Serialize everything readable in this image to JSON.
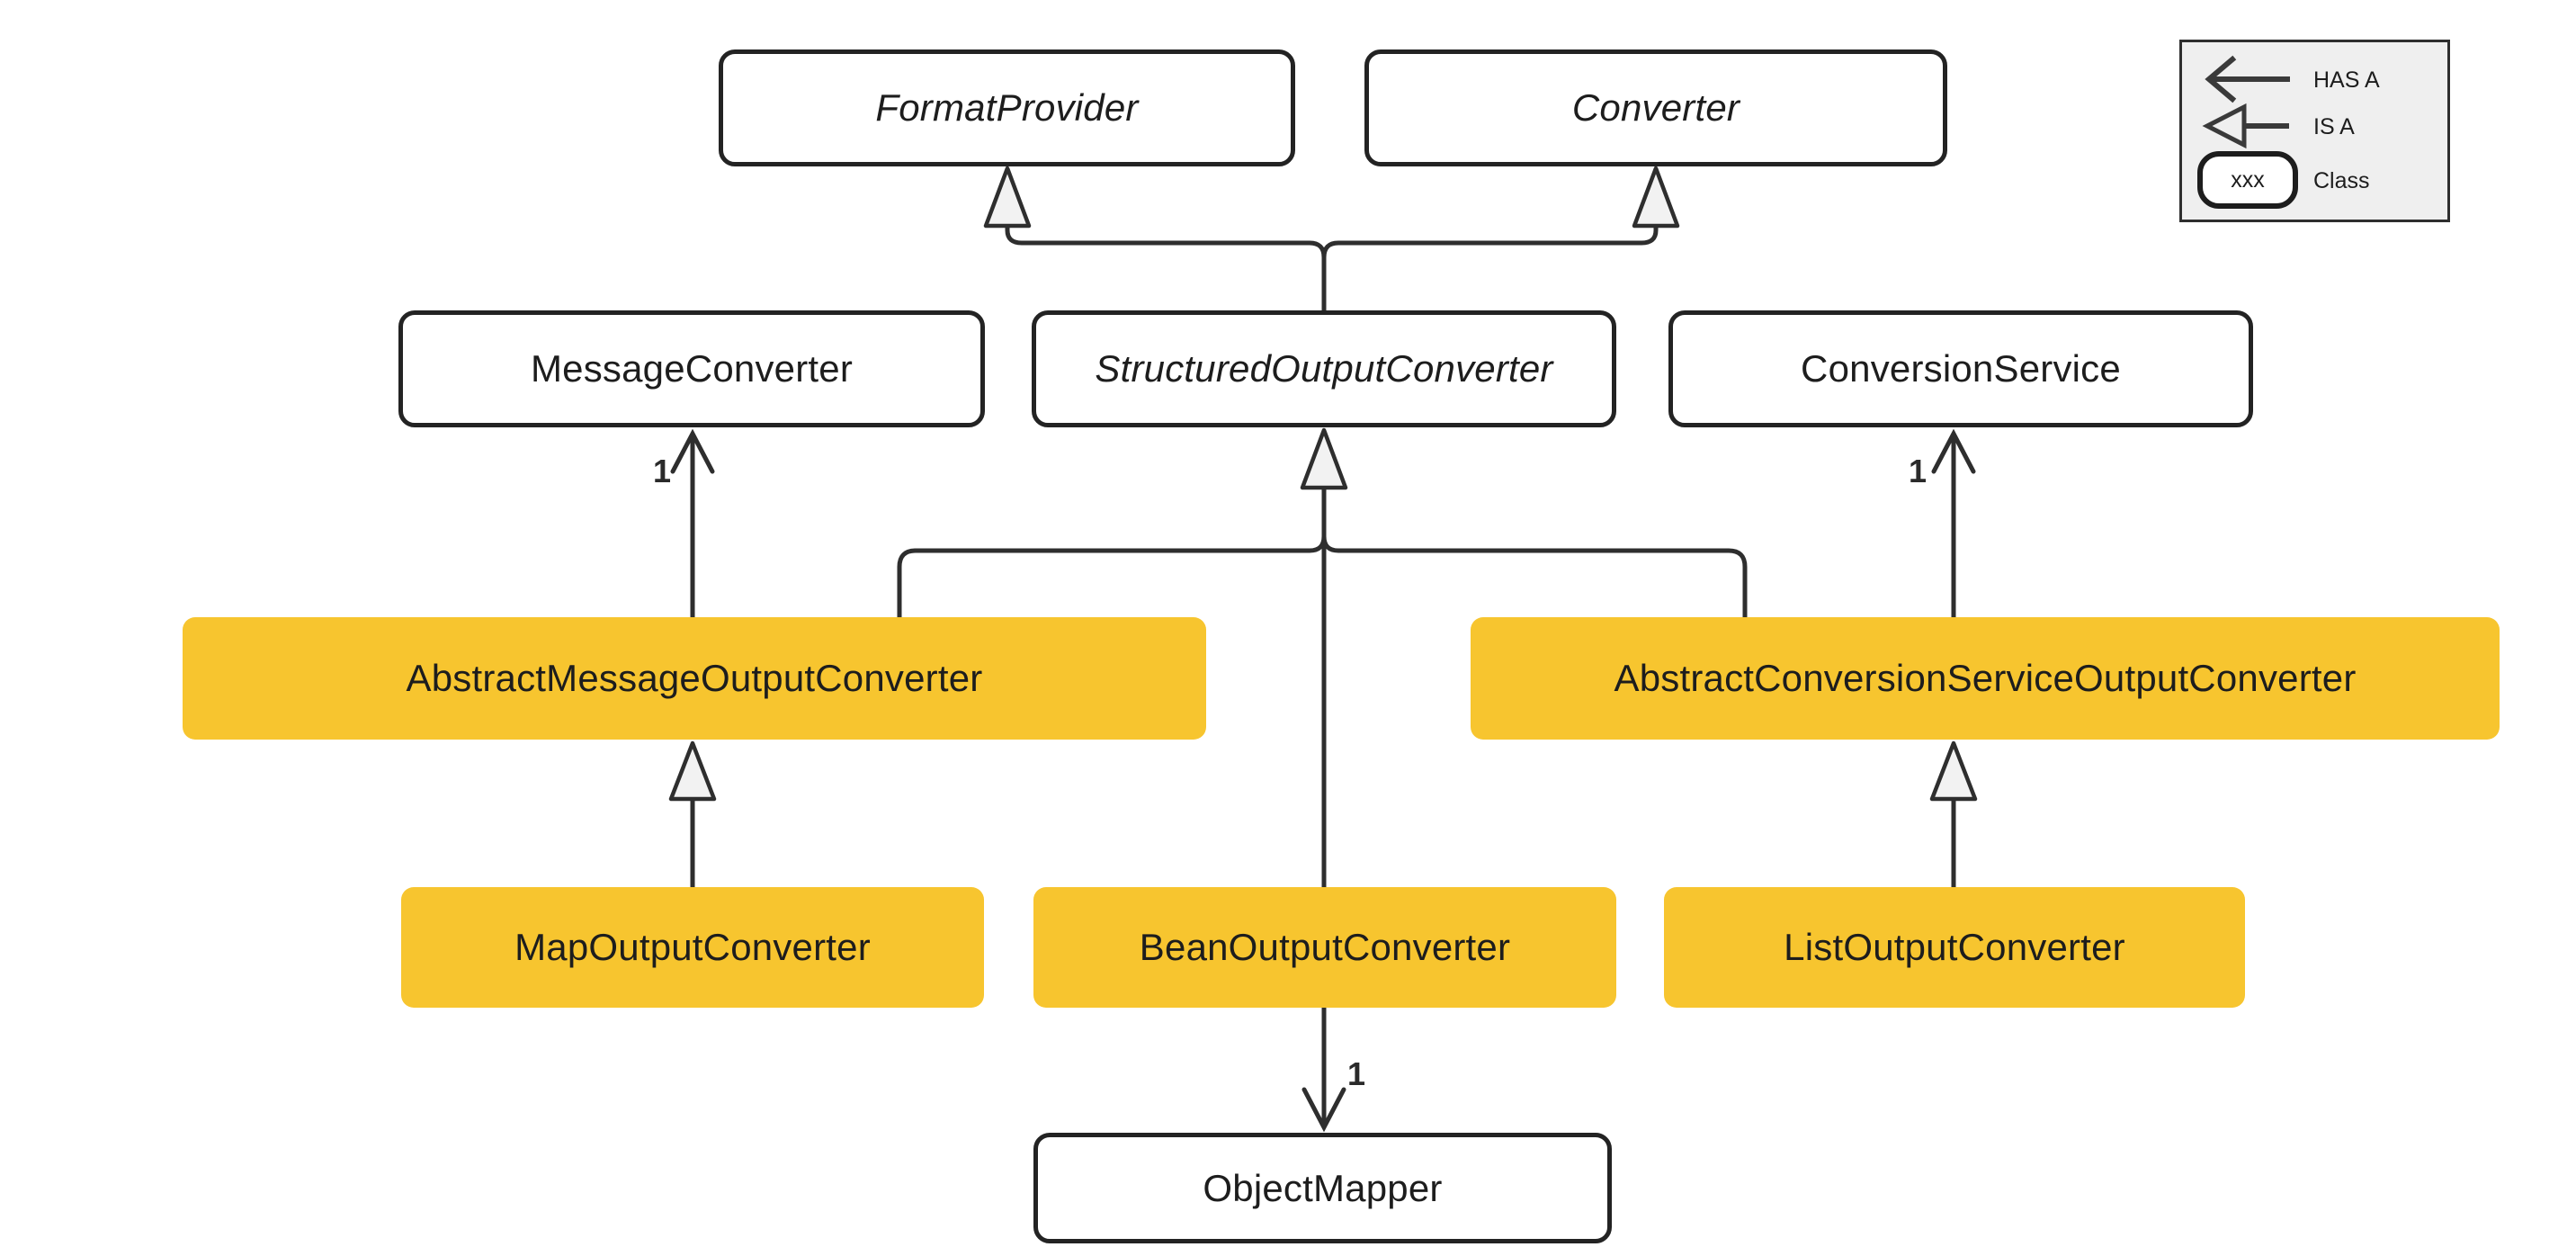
{
  "diagram": {
    "nodes": {
      "format_provider": {
        "label": "FormatProvider",
        "stereotype": "interface"
      },
      "converter": {
        "label": "Converter",
        "stereotype": "interface"
      },
      "message_converter": {
        "label": "MessageConverter",
        "stereotype": "class"
      },
      "structured_output_converter": {
        "label": "StructuredOutputConverter",
        "stereotype": "interface"
      },
      "conversion_service": {
        "label": "ConversionService",
        "stereotype": "class"
      },
      "abstract_message_output_converter": {
        "label": "AbstractMessageOutputConverter",
        "highlighted": true
      },
      "abstract_conversion_service_output_converter": {
        "label": "AbstractConversionServiceOutputConverter",
        "highlighted": true
      },
      "map_output_converter": {
        "label": "MapOutputConverter",
        "highlighted": true
      },
      "bean_output_converter": {
        "label": "BeanOutputConverter",
        "highlighted": true
      },
      "list_output_converter": {
        "label": "ListOutputConverter",
        "highlighted": true
      },
      "object_mapper": {
        "label": "ObjectMapper",
        "stereotype": "class"
      }
    },
    "edges": [
      {
        "from": "AbstractMessageOutputConverter",
        "to": "MessageConverter",
        "type": "HAS A",
        "multiplicity": "1"
      },
      {
        "from": "AbstractConversionServiceOutputConverter",
        "to": "ConversionService",
        "type": "HAS A",
        "multiplicity": "1"
      },
      {
        "from": "BeanOutputConverter",
        "to": "ObjectMapper",
        "type": "HAS A",
        "multiplicity": "1"
      },
      {
        "from": "StructuredOutputConverter",
        "to": "FormatProvider",
        "type": "IS A"
      },
      {
        "from": "StructuredOutputConverter",
        "to": "Converter",
        "type": "IS A"
      },
      {
        "from": "AbstractMessageOutputConverter",
        "to": "StructuredOutputConverter",
        "type": "IS A"
      },
      {
        "from": "BeanOutputConverter",
        "to": "StructuredOutputConverter",
        "type": "IS A"
      },
      {
        "from": "AbstractConversionServiceOutputConverter",
        "to": "StructuredOutputConverter",
        "type": "IS A"
      },
      {
        "from": "MapOutputConverter",
        "to": "AbstractMessageOutputConverter",
        "type": "IS A"
      },
      {
        "from": "ListOutputConverter",
        "to": "AbstractConversionServiceOutputConverter",
        "type": "IS A"
      }
    ],
    "legend": {
      "items": [
        {
          "label": "HAS A"
        },
        {
          "label": "IS A"
        },
        {
          "label": "Class",
          "sample": "xxx"
        }
      ]
    },
    "colors": {
      "highlight": "#F7C52F",
      "line": "#2E2E2E",
      "node_bg": "#FFFFFF",
      "legend_bg": "#EFEFEF",
      "text": "#1D1D1D"
    }
  }
}
